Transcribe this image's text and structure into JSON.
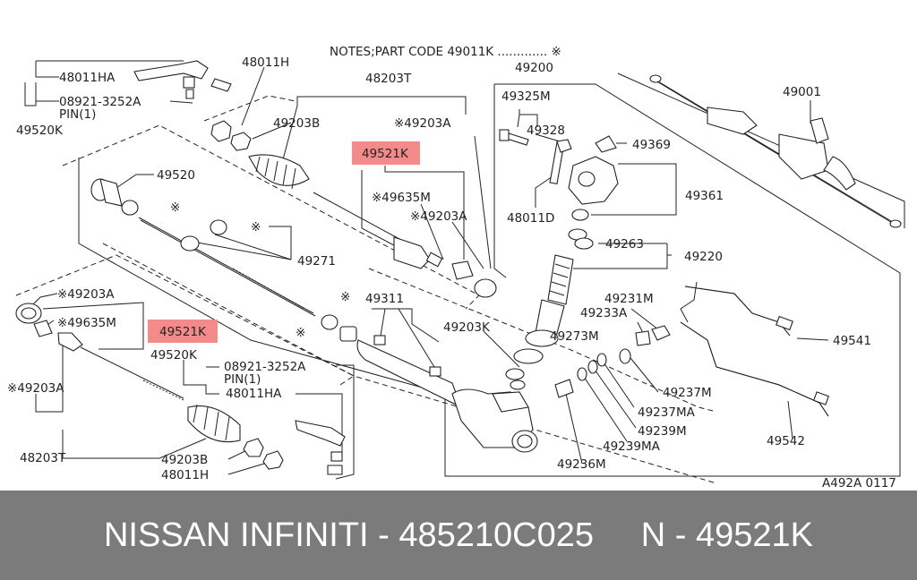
{
  "diagram": {
    "notes": "NOTES;PART CODE  49011K ............. ※",
    "drawing_code": "A492A 0117",
    "highlight_color": "#f48a8a",
    "labels": {
      "l48011HA_a": "48011HA",
      "l08921_a": "08921-3252A",
      "lPIN_a": "PIN(1)",
      "l49520K_a": "49520K",
      "l48011H_a": "48011H",
      "l48203T_a": "48203T",
      "l49203B_a": "49203B",
      "l49203A_a": "※49203A",
      "l49521K_a": "49521K",
      "l49635M_a": "※49635M",
      "l49203A_b": "※49203A",
      "l49520": "49520",
      "star_a": "※",
      "star_b": "※",
      "l49271": "49271",
      "star_c": "※",
      "star_d": "※",
      "l49311": "49311",
      "l49203K": "49203K",
      "l49200": "49200",
      "l49325M": "49325M",
      "l49328": "49328",
      "l49369": "49369",
      "l49361": "49361",
      "l48011D": "48011D",
      "l49263": "49263",
      "l49220": "49220",
      "l49001": "49001",
      "l49231M": "49231M",
      "l49233A": "49233A",
      "l49273M": "49273M",
      "l49541": "49541",
      "l49237M": "49237M",
      "l49237MA": "49237MA",
      "l49239M": "49239M",
      "l49239MA": "49239MA",
      "l49542": "49542",
      "l49236M": "49236M",
      "l49203A_c": "※49203A",
      "l49635M_b": "※49635M",
      "l49521K_b": "49521K",
      "l49520K_b": "49520K",
      "l08921_b": "08921-3252A",
      "lPIN_b": "PIN(1)",
      "l48011HA_b": "48011HA",
      "l49203A_d": "※49203A",
      "l48203T_b": "48203T",
      "l49203B_b": "49203B",
      "l48011H_b": "48011H"
    }
  },
  "banner": {
    "text": "NISSAN INFINITI - 485210C025     N - 49521K"
  }
}
